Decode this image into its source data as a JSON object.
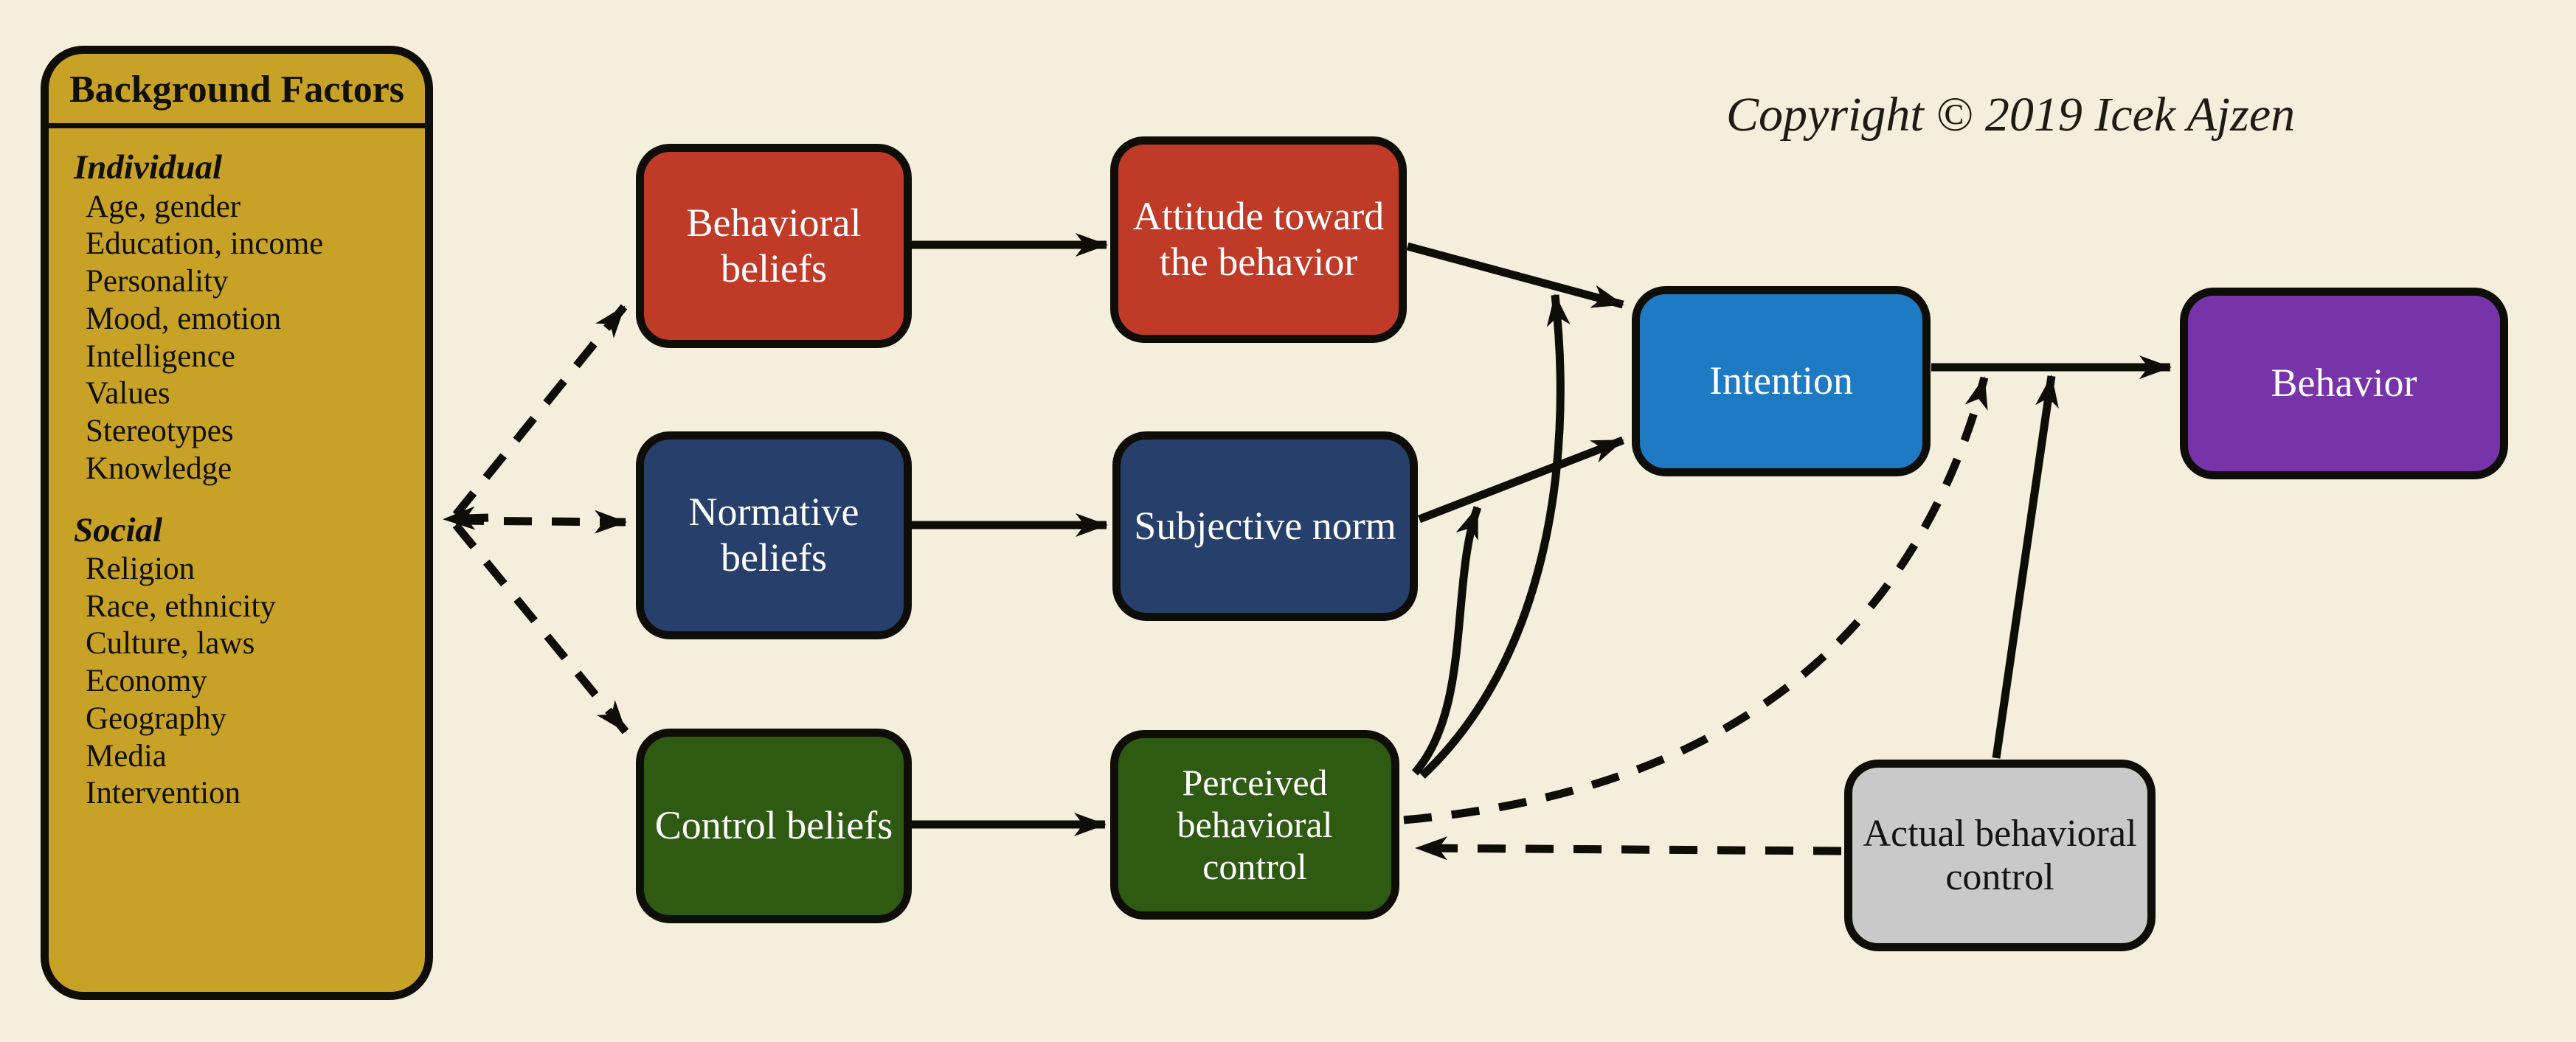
{
  "page": {
    "background": "#F4EFDC",
    "copyright": "Copyright © 2019 Icek Ajzen",
    "arrow_color": "#0F0D08"
  },
  "background_factors": {
    "title": "Background Factors",
    "fill": "#C8A127",
    "text_color": "#111005",
    "sections": [
      {
        "heading": "Individual",
        "items": [
          "Age, gender",
          "Education, income",
          "Personality",
          "Mood, emotion",
          "Intelligence",
          "Values",
          "Stereotypes",
          "Knowledge"
        ]
      },
      {
        "heading": "Social",
        "items": [
          "Religion",
          "Race, ethnicity",
          "Culture, laws",
          "Economy",
          "Geography",
          "Media",
          "Intervention"
        ]
      }
    ]
  },
  "boxes": [
    {
      "id": "behavioral-beliefs",
      "label": "Behavioral beliefs",
      "fill": "#C03A28",
      "text_color": "#FFFFFF"
    },
    {
      "id": "attitude-toward-the-behavior",
      "label": "Attitude toward the behavior",
      "fill": "#C03A28",
      "text_color": "#FFFFFF"
    },
    {
      "id": "normative-beliefs",
      "label": "Normative beliefs",
      "fill": "#27406B",
      "text_color": "#FFFFFF"
    },
    {
      "id": "subjective-norm",
      "label": "Subjective norm",
      "fill": "#27406B",
      "text_color": "#FFFFFF"
    },
    {
      "id": "control-beliefs",
      "label": "Control beliefs",
      "fill": "#2E5B11",
      "text_color": "#FFFFFF"
    },
    {
      "id": "perceived-behavioral-control",
      "label": "Perceived behavioral control",
      "fill": "#2E5B11",
      "text_color": "#FFFFFF"
    },
    {
      "id": "intention",
      "label": "Intention",
      "fill": "#1F7AC4",
      "text_color": "#FFFFFF"
    },
    {
      "id": "behavior",
      "label": "Behavior",
      "fill": "#7733A8",
      "text_color": "#FFFFFF"
    },
    {
      "id": "actual-behavioral-control",
      "label": "Actual behavioral control",
      "fill": "#C9C9C9",
      "text_color": "#141414"
    }
  ],
  "edges": {
    "solid": [
      "behavioral-beliefs → attitude-toward-the-behavior",
      "normative-beliefs → subjective-norm",
      "control-beliefs → perceived-behavioral-control",
      "attitude-toward-the-behavior → intention",
      "subjective-norm → intention",
      "perceived-behavioral-control → intention (two curved links)",
      "intention → behavior",
      "actual-behavioral-control → intention-behavior link"
    ],
    "dashed": [
      "background-factors → behavioral-beliefs",
      "background-factors → normative-beliefs",
      "background-factors → control-beliefs",
      "actual-behavioral-control → perceived-behavioral-control",
      "perceived-behavioral-control → intention-behavior link"
    ]
  }
}
